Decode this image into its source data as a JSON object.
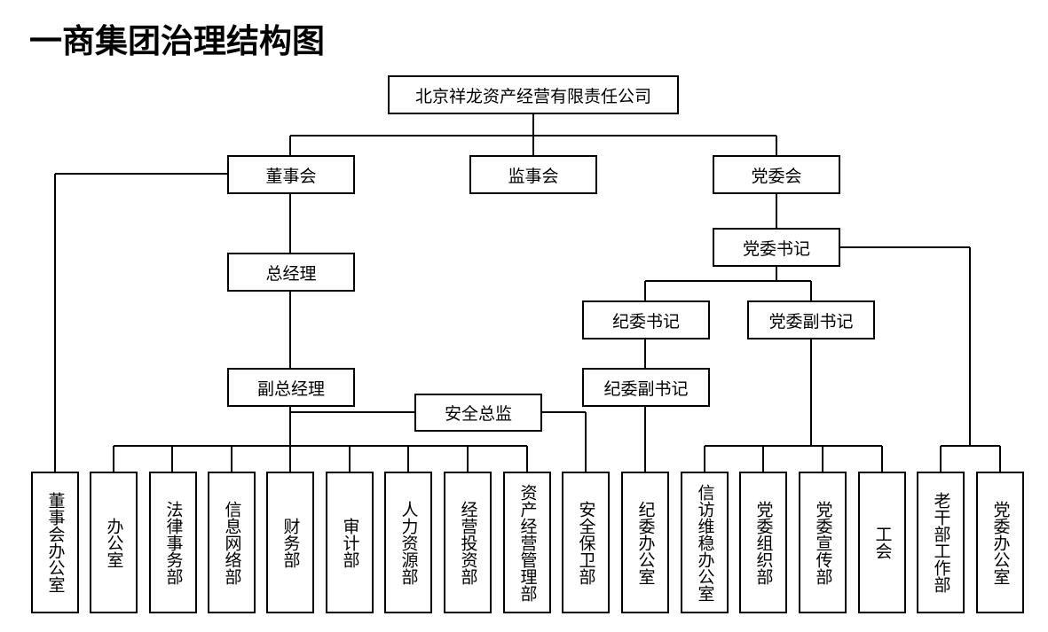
{
  "title": "一商集团治理结构图",
  "org": {
    "company": "北京祥龙资产经营有限责任公司",
    "board": "董事会",
    "supervisory_board": "监事会",
    "party_committee": "党委会",
    "general_manager": "总经理",
    "deputy_general_manager": "副总经理",
    "safety_director": "安全总监",
    "party_secretary": "党委书记",
    "discipline_secretary": "纪委书记",
    "deputy_party_secretary": "党委副书记",
    "deputy_discipline_secretary": "纪委副书记"
  },
  "departments": [
    "董事会办公室",
    "办公室",
    "法律事务部",
    "信息网络部",
    "财务部",
    "审计部",
    "人力资源部",
    "经营投资部",
    "资产经营管理部",
    "安全保卫部",
    "纪委办公室",
    "信访维稳办公室",
    "党委组织部",
    "党委宣传部",
    "工会",
    "老干部工作部",
    "党委办公室"
  ],
  "colors": {
    "line": "#000000",
    "box_border": "#000000",
    "background": "#ffffff"
  }
}
